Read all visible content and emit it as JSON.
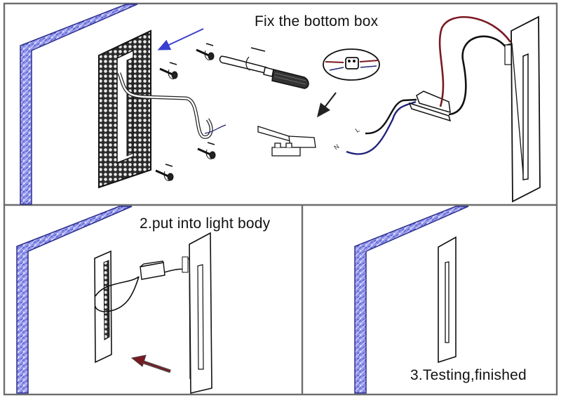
{
  "document": {
    "type": "installation-diagram",
    "subject": "Recessed LED wall/step light installation"
  },
  "colors": {
    "wall_edge": "#7b7fe0",
    "wall_edge_dark": "#3d42b8",
    "arrow_blue": "#3a3fd0",
    "wire_red": "#7a1a22",
    "wire_blue": "#20247a",
    "arrow_red": "#7a1822",
    "line": "#111111",
    "frame": "#6d6d6d"
  },
  "panels": [
    {
      "id": "step1",
      "title": "Fix the bottom box",
      "elements": [
        "wall",
        "perforated-mounting-box",
        "mounting-screws",
        "screwdriver",
        "blue-arrow",
        "terminal-block",
        "connector-detail-callout",
        "mains-wires",
        "led-driver",
        "light-fixture-faceplate"
      ],
      "wire_labels": {
        "live": "L",
        "neutral": "N"
      }
    },
    {
      "id": "step2",
      "title": "2.put into light body",
      "elements": [
        "wall",
        "mounting-box-in-wall",
        "led-driver",
        "light-fixture-faceplate",
        "red-arrow"
      ]
    },
    {
      "id": "step3",
      "title": "3.Testing,finished",
      "elements": [
        "wall",
        "installed-light-fixture"
      ]
    }
  ]
}
